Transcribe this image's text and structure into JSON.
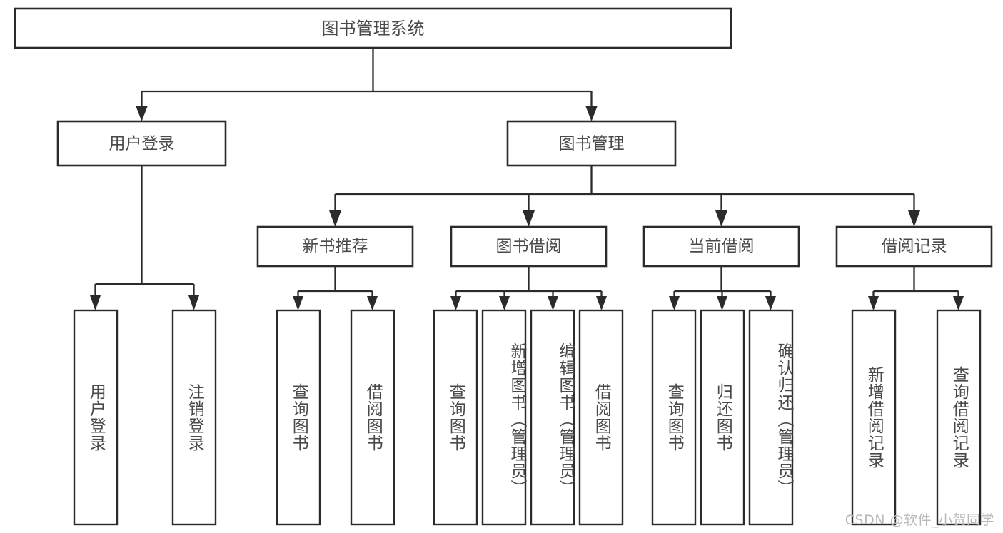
{
  "diagram": {
    "title": "图书管理系统",
    "type": "tree-hierarchy-diagram",
    "orientation": "top-down",
    "colors": {
      "box_stroke": "#2b2b2b",
      "box_fill": "#ffffff",
      "label_text": "#4a4a4a",
      "connector": "#2b2b2b",
      "background": "#ffffff",
      "watermark": "#b9b9b9"
    },
    "root": {
      "label": "图书管理系统"
    },
    "level2": [
      {
        "label": "用户登录"
      },
      {
        "label": "图书管理"
      }
    ],
    "level3": [
      {
        "label": "新书推荐"
      },
      {
        "label": "图书借阅"
      },
      {
        "label": "当前借阅"
      },
      {
        "label": "借阅记录"
      }
    ],
    "leaves": {
      "user_login": [
        {
          "label": "用户登录"
        },
        {
          "label": "注销登录"
        }
      ],
      "new_book_recommend": [
        {
          "label": "查询图书"
        },
        {
          "label": "借阅图书"
        }
      ],
      "book_borrow": [
        {
          "label": "查询图书"
        },
        {
          "label": "新增图书（管理员）"
        },
        {
          "label": "编辑图书（管理员）"
        },
        {
          "label": "借阅图书"
        }
      ],
      "current_borrow": [
        {
          "label": "查询图书"
        },
        {
          "label": "归还图书"
        },
        {
          "label": "确认归还（管理员）"
        }
      ],
      "borrow_record": [
        {
          "label": "新增借阅记录"
        },
        {
          "label": "查询借阅记录"
        }
      ]
    }
  },
  "watermark": {
    "text": "CSDN @软件_小贺同学"
  }
}
